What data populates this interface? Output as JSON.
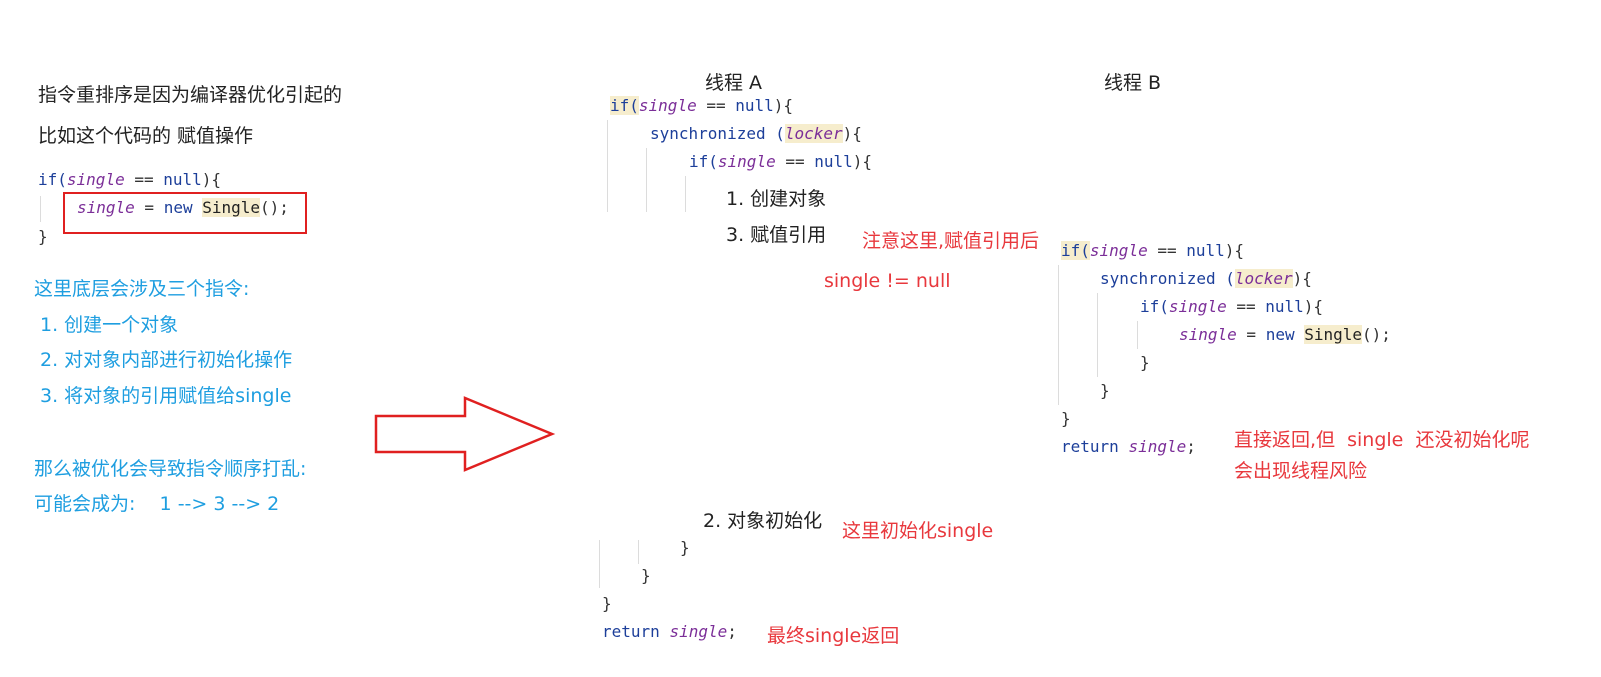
{
  "left": {
    "line1": "指令重排序是因为编译器优化引起的",
    "line2": "比如这个代码的 赋值操作",
    "code": {
      "if_kw": "if(",
      "single": "single",
      "eq_null": " == ",
      "null": "null",
      "close": "){",
      "assign_eq": " = ",
      "new_kw": "new ",
      "cls": "Single",
      "call": "();",
      "brace": "}"
    },
    "explain_title": "这里底层会涉及三个指令:",
    "steps": [
      "1. 创建一个对象",
      "2. 对对象内部进行初始化操作",
      "3. 将对象的引用赋值给single"
    ],
    "reorder_line1": "那么被优化会导致指令顺序打乱:",
    "reorder_line2": "可能会成为:    1 --> 3 --> 2"
  },
  "threadA": {
    "title": "线程 A",
    "sync_kw": "synchronized (",
    "locker": "locker",
    "sync_close": "){",
    "step1": "1. 创建对象",
    "step3": "3. 赋值引用",
    "step2": "2. 对象初始化",
    "brace": "}",
    "return_kw": "return ",
    "return_end": ";"
  },
  "threadB": {
    "title": "线程 B",
    "sync_kw": "synchronized (",
    "locker": "locker",
    "sync_close": "){",
    "assign": " = ",
    "new_kw": "new ",
    "cls": "Single",
    "call": "();",
    "brace": "}",
    "return_kw": "return ",
    "return_end": ";"
  },
  "notes": {
    "note_assign": "注意这里,赋值引用后",
    "note_not_null": "single != null",
    "note_return1": "直接返回,但  single  还没初始化呢",
    "note_return2": "会出现线程风险",
    "note_init": "这里初始化single",
    "note_final": "最终single返回"
  },
  "colors": {
    "blue": "#1e9ee0",
    "red": "#e8383d",
    "keyword": "#1d3f9a",
    "variable": "#7b2e98",
    "highlight": "#f6edcd",
    "arrow": "#e02020"
  }
}
